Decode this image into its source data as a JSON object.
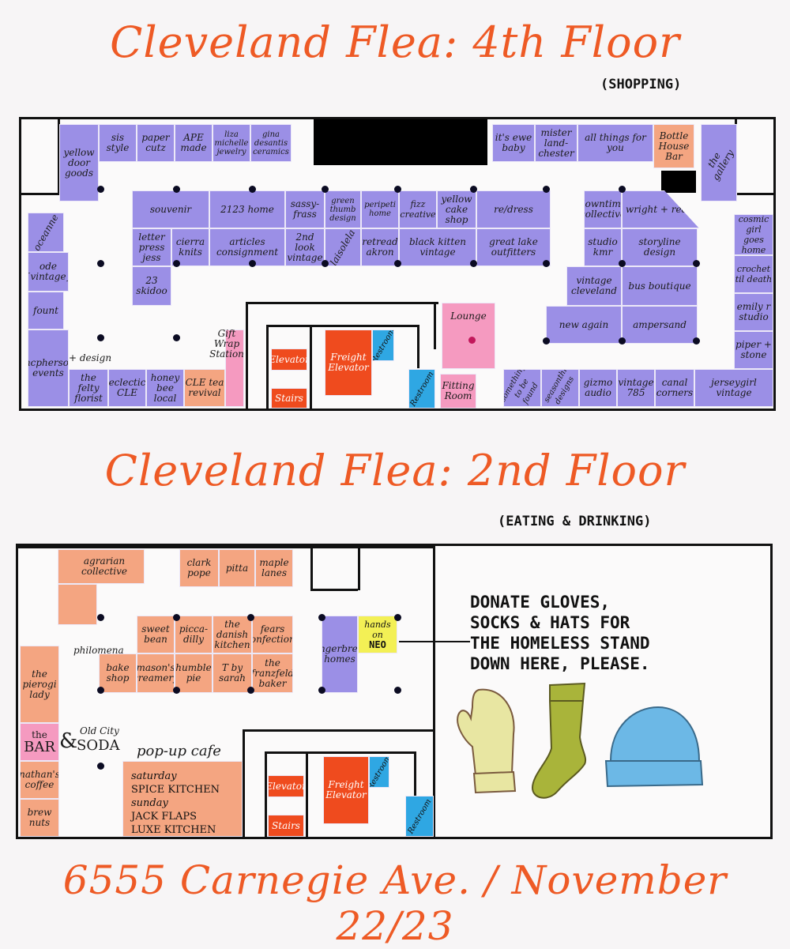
{
  "floor4": {
    "title": "Cleveland Flea:  4th Floor",
    "subtitle": "(SHOPPING)",
    "booths": {
      "yellow_door_goods": "yellow door goods",
      "sis_style": "sis style",
      "paper_cutz": "paper cutz",
      "ape_made": "APE made",
      "liza_michelle": "liza michelle jewelry",
      "gina_desantis": "gina desantis ceramics",
      "its_ewe_baby": "it's ewe baby",
      "mister_landchester": "mister land-chester",
      "all_things_for_you": "all things for you",
      "bottle_house_bar": "Bottle House Bar",
      "the_gallery": "the gallery",
      "oceanne": "oceanne",
      "ode_vintage": "ode {vintage}",
      "fount": "fount",
      "mcpherson": "mcpherson events",
      "plus_design": "+ design",
      "souvenir": "souvenir",
      "home_2123": "2123 home",
      "sassy_frass": "sassy-frass",
      "green_thumb": "green thumb design",
      "peripeti_home": "peripeti home",
      "fizz_creative": "fizz creative",
      "yellow_cake_shop": "yellow cake shop",
      "re_dress": "re/dress",
      "downtime_collective": "downtime collective",
      "wright_rede": "wright + rede",
      "letter_press_jess": "letter press jess",
      "cierra_knits": "cierra knits",
      "articles_consignment": "articles consignment",
      "2nd_look_vintage": "2nd look vintage",
      "laisolela": "laisolela",
      "retread_akron": "retread akron",
      "black_kitten_vintage": "black kitten vintage",
      "great_lake_outfitters": "great lake outfitters",
      "studio_kmr": "studio kmr",
      "storyline_design": "storyline design",
      "cosmic_girl": "cosmic girl goes home",
      "skidoo_23": "23 skidoo",
      "vintage_cleveland": "vintage cleveland",
      "bus_boutique": "bus boutique",
      "crochet_til_death": "crochet til death",
      "emily_r_studio": "emily r studio",
      "new_again": "new again",
      "ampersand": "ampersand",
      "piper_stone": "piper + stone",
      "the_felty_florist": "the felty florist",
      "eclectic_cle": "eclectic CLE",
      "honey_bee_local": "honey bee local",
      "cle_tea_revival": "CLE tea revival",
      "gift_wrap_station": "Gift Wrap Station",
      "lounge": "Lounge",
      "fitting_room": "Fitting Room",
      "something_to_be_found": "something to be found",
      "seasonthi_designs": "seasonthi designs",
      "gizmo_audio": "gizmo audio",
      "vintage_785": "vintage 785",
      "canal_corners": "canal corners",
      "jerseygirl_vintage": "jerseygirl vintage",
      "elevator": "Elevator",
      "freight_elevator": "Freight Elevator",
      "restroom": "Restroom",
      "stairs": "Stairs"
    }
  },
  "floor2": {
    "title": "Cleveland Flea:  2nd Floor",
    "subtitle": "(EATING & DRINKING)",
    "booths": {
      "agrarian_collective": "agrarian collective",
      "clark_pope": "clark pope",
      "pitta": "pitta",
      "maple_lanes": "maple lanes",
      "sweet_bean": "sweet bean",
      "piccadilly": "picca-dilly",
      "the_danish_kitchen": "the danish kitchen",
      "fears_confections": "fears confections",
      "philomena": "philomena",
      "bake_shop": "bake shop",
      "masons_creamery": "mason's creamery",
      "humble_pie": "humble pie",
      "t_by_sarah": "T by sarah",
      "the_franzfeld_baker": "the franzfeld baker",
      "hands_on": "hands on",
      "neo": "NEO",
      "gingerbread_homes": "gingerbread homes",
      "the_pierogi_lady": "the pierogi lady",
      "the": "the",
      "bar": "BAR",
      "amp": "&",
      "old_city": "Old City",
      "soda": "SODA",
      "pop_up_cafe": "pop-up cafe",
      "nathans_coffee": "nathan's coffee",
      "brew_nuts": "brew nuts",
      "elevator": "Elevator",
      "freight_elevator": "Freight Elevator",
      "restroom": "Restroom",
      "stairs": "Stairs"
    },
    "cafe_schedule": [
      "saturday",
      "SPICE KITCHEN",
      "sunday",
      "JACK FLAPS",
      "LUXE KITCHEN"
    ],
    "donate_note": [
      "DONATE GLOVES,",
      "SOCKS & HATS FOR",
      "THE HOMELESS STAND",
      "DOWN HERE, PLEASE."
    ]
  },
  "footer": "6555 Carnegie Ave. / November 22/23",
  "colors": {
    "title_orange": "#ee5a25",
    "vendor_purple": "#9b8fe6",
    "food_peach": "#f4a581",
    "elevator_orange": "#ef4b1e",
    "restroom_blue": "#2fa7e3",
    "lounge_pink": "#f59ac0",
    "mitten": "#e8e6a2",
    "sock": "#a9b43a",
    "hat": "#6cb8e6"
  }
}
